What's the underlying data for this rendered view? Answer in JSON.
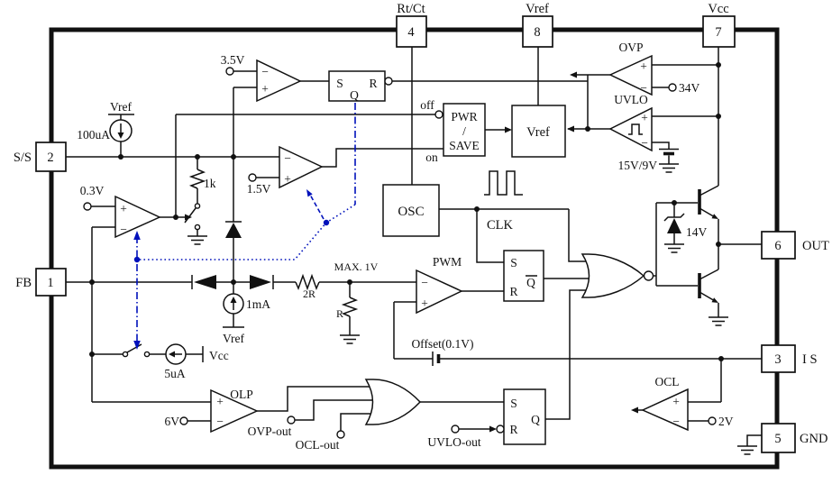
{
  "labels": {
    "pin_rtct": "Rt/Ct",
    "pin_vref": "Vref",
    "pin_vcc": "Vcc",
    "pin_ss": "S/S",
    "pin_fb": "FB",
    "pin_out": "OUT",
    "pin_is": "I S",
    "pin_gnd": "GND",
    "n4": "4",
    "n8": "8",
    "n7": "7",
    "n2": "2",
    "n1": "1",
    "n6": "6",
    "n3": "3",
    "n5": "5",
    "plus": "+",
    "minus": "−",
    "s": "S",
    "r": "R",
    "q": "Q",
    "v35": "3.5V",
    "v15": "1.5V",
    "v03": "0.3V",
    "v34": "34V",
    "v6": "6V",
    "v2": "2V",
    "z14": "14V",
    "th_uvlo": "15V/9V",
    "i100": "100uA",
    "i1": "1mA",
    "i5": "5uA",
    "r1k": "1k",
    "r2": "2R",
    "rr": "R",
    "vref": "Vref",
    "vcc": "Vcc",
    "max1": "MAX. 1V",
    "offset": "Offset(0.1V)",
    "clk": "CLK",
    "osc": "OSC",
    "pwm": "PWM",
    "ovp": "OVP",
    "uvlo": "UVLO",
    "olp": "OLP",
    "ocl": "OCL",
    "pwr": "PWR",
    "slash": "/",
    "save": "SAVE",
    "off": "off",
    "on": "on",
    "ovp_out": "OVP-out",
    "ocl_out": "OCL-out",
    "uvlo_out": "UVLO-out"
  }
}
